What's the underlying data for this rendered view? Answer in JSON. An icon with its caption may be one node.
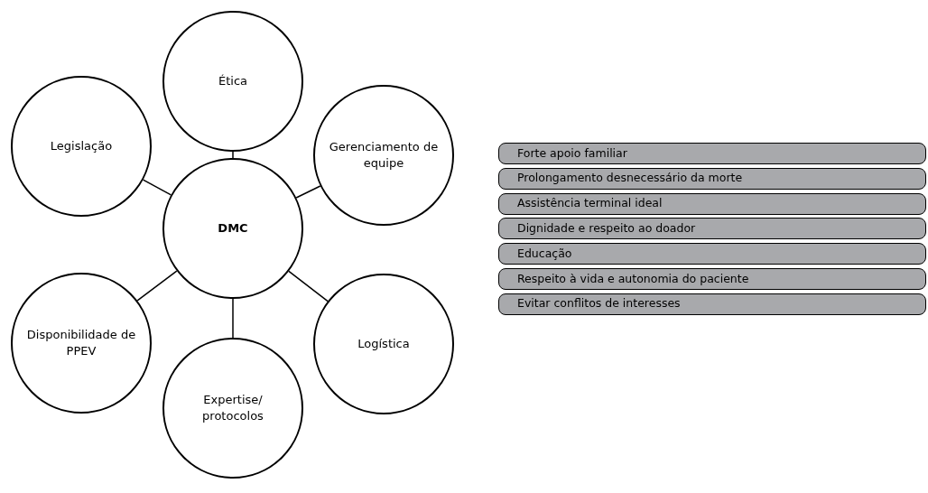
{
  "diagram": {
    "nodes": [
      {
        "text": [
          "DMC"
        ]
      },
      {
        "text": [
          "Ética"
        ]
      },
      {
        "text": [
          "Gerenciamento de equipe"
        ]
      },
      {
        "text": [
          "Logística"
        ]
      },
      {
        "text": [
          "Expertise/ protocolos"
        ]
      },
      {
        "text": [
          "Disponibilidade de PPEV"
        ]
      },
      {
        "text": [
          "Legislação"
        ]
      },
      {
        "text": [
          "Forte apoio familiar"
        ]
      },
      {
        "text": [
          "Prolongamento desnecessário da morte"
        ]
      },
      {
        "text": [
          "Assistência terminal ideal"
        ]
      },
      {
        "text": [
          "Dignidade e respeito ao doador"
        ]
      },
      {
        "text": [
          "Educação"
        ]
      },
      {
        "text": [
          "Respeito à vida e autonomia do paciente"
        ]
      },
      {
        "text": [
          "Evitar conflitos de interesses"
        ]
      }
    ],
    "edges": [
      {
        "from": 0,
        "to": 1,
        "arrow": "none"
      },
      {
        "from": 0,
        "to": 2,
        "arrow": "none"
      },
      {
        "from": 0,
        "to": 3,
        "arrow": "none"
      },
      {
        "from": 0,
        "to": 4,
        "arrow": "none"
      },
      {
        "from": 0,
        "to": 5,
        "arrow": "none"
      },
      {
        "from": 0,
        "to": 6,
        "arrow": "none"
      }
    ]
  }
}
